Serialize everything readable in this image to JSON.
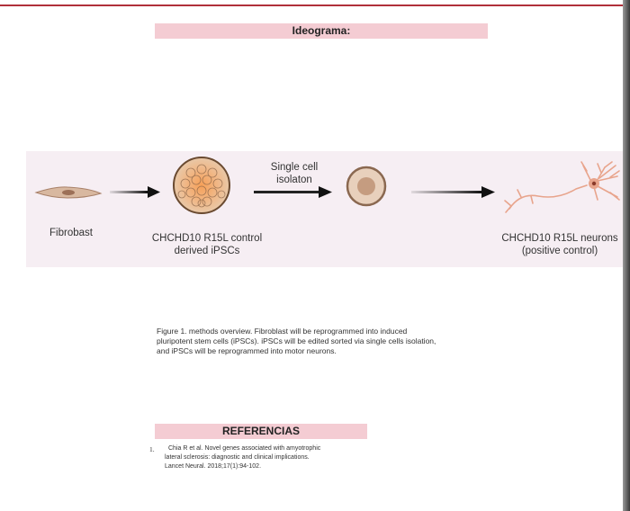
{
  "header": {
    "title": "Ideograma:"
  },
  "diagram": {
    "steps": [
      {
        "label": "Fibrobast"
      },
      {
        "label_line1": "CHCHD10 R15L control",
        "label_line2": "derived iPSCs"
      },
      {
        "arrow_label_line1": "Single cell",
        "arrow_label_line2": "isolaton"
      },
      {
        "label_line1": "CHCHD10 R15L neurons",
        "label_line2": "(positive control)"
      }
    ],
    "colors": {
      "band": "#f6eef3",
      "banner": "#f4ccd3",
      "accent_line": "#b0303a",
      "neuron": "#e8a48c",
      "cell": "#c9a080"
    }
  },
  "caption": {
    "line1": "Figure 1. methods overview. Fibroblast will be reprogrammed into induced",
    "line2": "pluripotent stem cells (iPSCs). iPSCs will be edited sorted via single cells isolation,",
    "line3": "and iPSCs will be reprogrammed into motor neurons."
  },
  "references": {
    "title": "REFERENCIAS",
    "items": [
      {
        "number": "1.",
        "line1": "Chia R et al. Novel genes associated with amyotrophic",
        "line2": "lateral sclerosis: diagnostic and clinical implications.",
        "line3": "Lancet Neural. 2018;17(1):94-102."
      }
    ]
  }
}
